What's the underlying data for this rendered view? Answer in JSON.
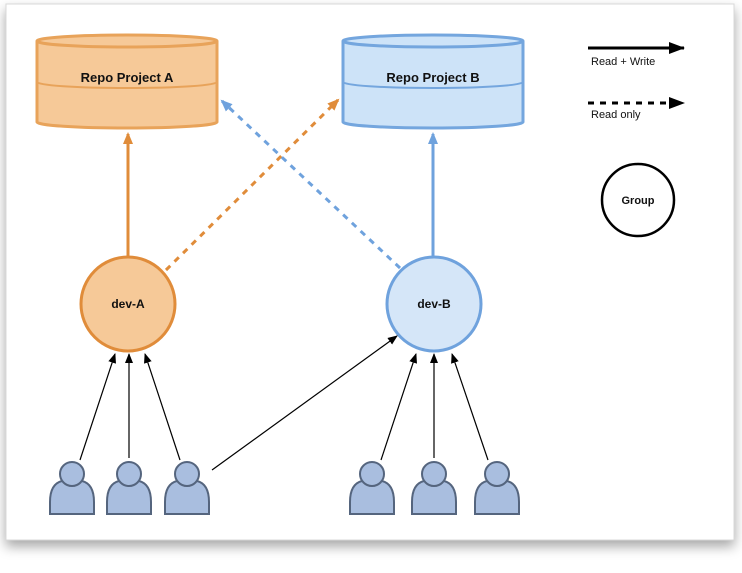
{
  "repos": [
    {
      "label": "Repo Project A",
      "color": "#e8a35a",
      "fill": "#f6c998"
    },
    {
      "label": "Repo Project B",
      "color": "#74a6de",
      "fill": "#cde3f8"
    }
  ],
  "groups": [
    {
      "label": "dev-A",
      "color": "#e08c3a",
      "fill": "#f6c998"
    },
    {
      "label": "dev-B",
      "color": "#6fa2dd",
      "fill": "#d5e6f8"
    }
  ],
  "legend": {
    "read_write": "Read + Write",
    "read_only": "Read only",
    "group": "Group"
  },
  "user_icon": "person-icon",
  "colors": {
    "orange": "#e08c3a",
    "blue": "#6fa2dd",
    "user_fill": "#a9bedf",
    "user_stroke": "#55657e",
    "black": "#000000"
  }
}
